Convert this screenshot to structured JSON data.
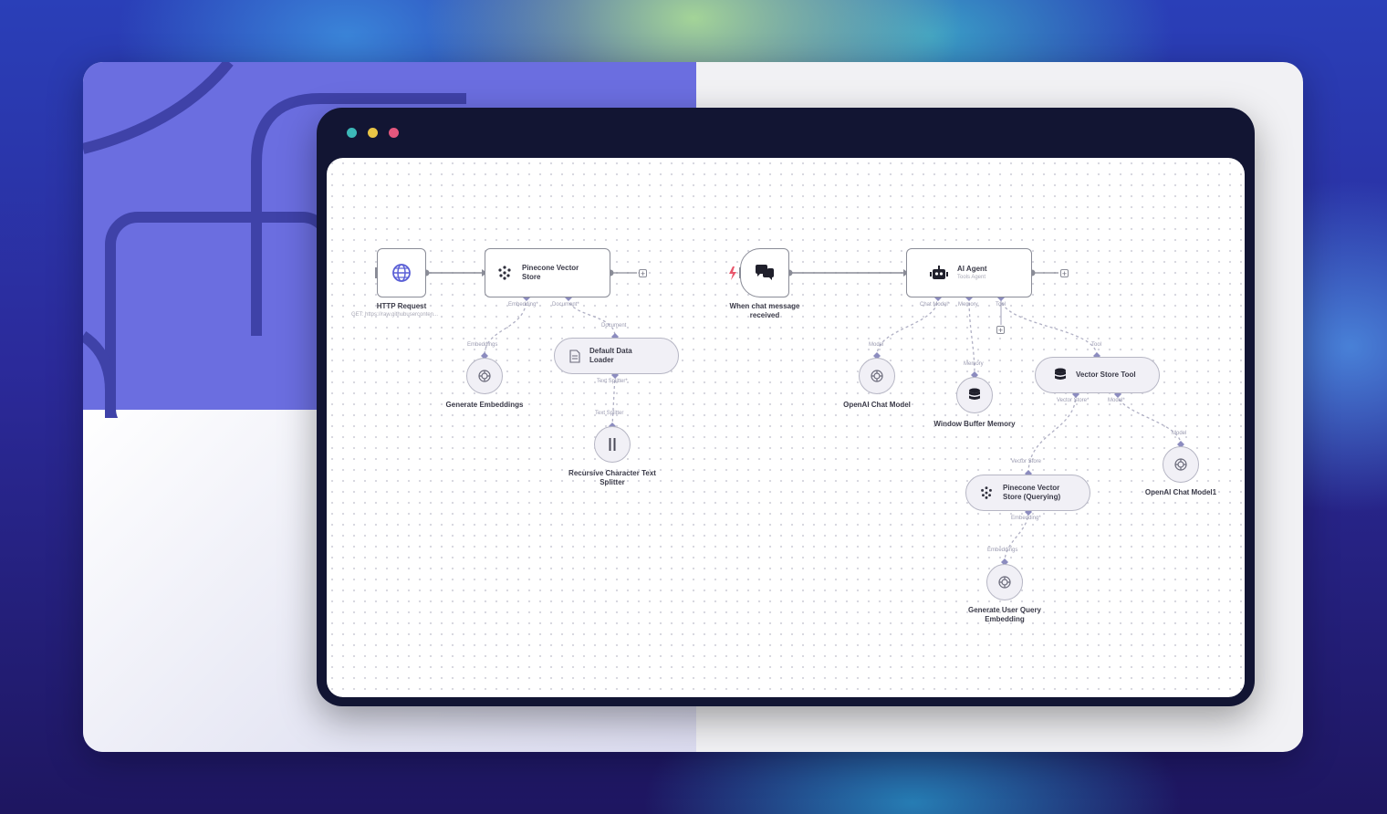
{
  "window_dots": [
    "teal",
    "yellow",
    "pink"
  ],
  "colors": {
    "accent_purple": "#6b6ee0",
    "window_frame": "#121533",
    "port_diamond": "#8c8cbf",
    "trigger_bolt": "#e8566b"
  },
  "nodes": {
    "http_request": {
      "title": "HTTP Request",
      "subtitle": "GET: https://raw.githubuserconten...",
      "icon": "globe-icon"
    },
    "pinecone_store": {
      "title": "Pinecone Vector Store",
      "icon": "pinecone-icon",
      "ports": [
        "Embedding*",
        "Document*"
      ]
    },
    "generate_embeddings": {
      "title": "Generate Embeddings",
      "input_label": "Embeddings",
      "icon": "openai-icon"
    },
    "default_data_loader": {
      "title": "Default Data Loader",
      "input_label": "Document",
      "output_label": "Text Splitter*",
      "icon": "document-icon"
    },
    "text_splitter": {
      "title": "Recursive Character Text Splitter",
      "input_label": "Text Splitter",
      "icon": "splitter-icon"
    },
    "chat_trigger": {
      "title": "When chat message received",
      "icon": "chat-bubbles-icon"
    },
    "ai_agent": {
      "title": "AI Agent",
      "subtitle": "Tools Agent",
      "icon": "robot-icon",
      "ports": [
        "Chat Model*",
        "Memory",
        "Tool"
      ]
    },
    "openai_chat_model": {
      "title": "OpenAI Chat Model",
      "input_label": "Model",
      "icon": "openai-icon"
    },
    "window_buffer_memory": {
      "title": "Window Buffer Memory",
      "input_label": "Memory",
      "icon": "database-icon"
    },
    "vector_store_tool": {
      "title": "Vector Store Tool",
      "input_label": "Tool",
      "icon": "database-icon",
      "ports": [
        "Vector Store*",
        "Model*"
      ]
    },
    "openai_chat_model1": {
      "title": "OpenAI Chat Model1",
      "input_label": "Model",
      "icon": "openai-icon"
    },
    "pinecone_query": {
      "title": "Pinecone Vector Store (Querying)",
      "input_label": "Vector Store",
      "output_label": "Embedding*",
      "icon": "pinecone-icon"
    },
    "generate_user_query": {
      "title": "Generate User Query Embedding",
      "input_label": "Embeddings",
      "icon": "openai-icon"
    }
  }
}
